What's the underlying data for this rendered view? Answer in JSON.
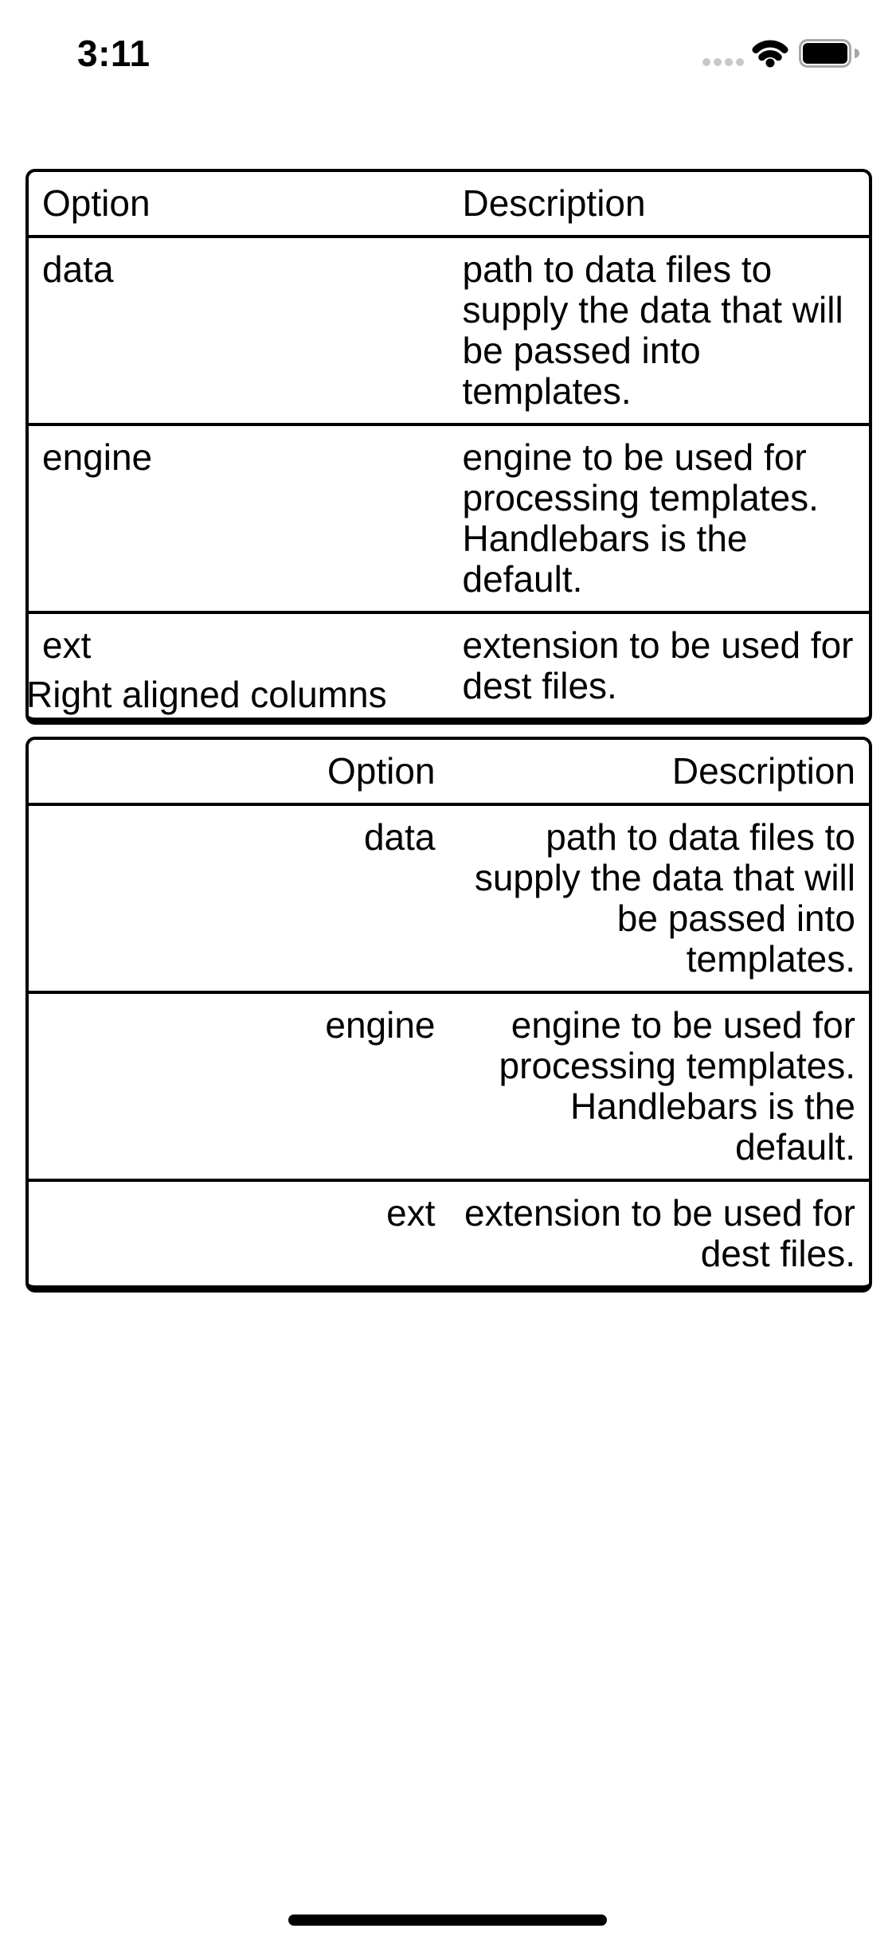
{
  "status_bar": {
    "time": "3:11",
    "icons": [
      "cellular-no-signal-dots",
      "wifi-full",
      "battery-full"
    ]
  },
  "content": {
    "caption": "Right aligned columns",
    "tables": [
      {
        "name": "left-aligned-table",
        "align": "left",
        "headers": [
          "Option",
          "Description"
        ],
        "rows": [
          [
            "data",
            "path to data files to supply the data that will be passed into templates."
          ],
          [
            "engine",
            "engine to be used for processing templates. Handlebars is the default."
          ],
          [
            "ext",
            "extension to be used for dest files."
          ]
        ]
      },
      {
        "name": "right-aligned-table",
        "align": "right",
        "headers": [
          "Option",
          "Description"
        ],
        "rows": [
          [
            "data",
            "path to data files to supply the data that will be passed into templates."
          ],
          [
            "engine",
            "engine to be used for processing templates. Handlebars is the default."
          ],
          [
            "ext",
            "extension to be used for dest files."
          ]
        ]
      }
    ]
  },
  "colors": {
    "background": "#ffffff",
    "text": "#000000",
    "table_border": "#000000",
    "signal_dot": "#c8c8ca",
    "battery_outline": "#a8a8aa",
    "battery_fill": "#000000",
    "home_indicator": "#000000"
  }
}
